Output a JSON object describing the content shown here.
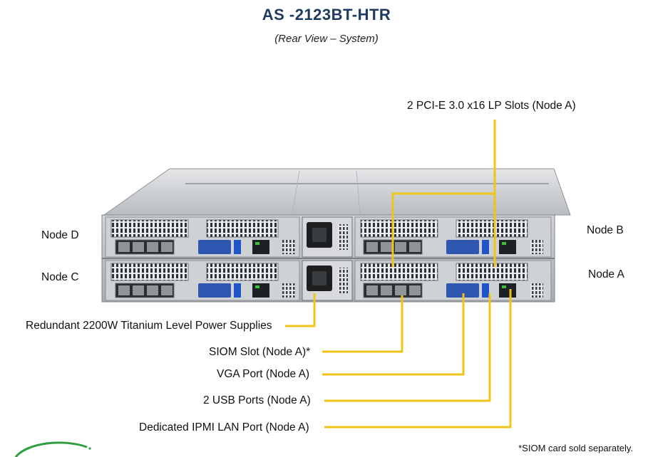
{
  "header": {
    "title": "AS -2123BT-HTR",
    "subtitle": "(Rear View – System)"
  },
  "nodes": {
    "node_d": "Node D",
    "node_c": "Node C",
    "node_b": "Node B",
    "node_a": "Node A"
  },
  "callouts": {
    "pcie": "2 PCI-E 3.0 x16 LP Slots (Node A)",
    "psu": "Redundant  2200W Titanium  Level  Power Supplies",
    "siom": "SIOM  Slot (Node A)*",
    "vga": "VGA Port (Node A)",
    "usb": "2 USB Ports (Node A)",
    "ipmi": "Dedicated IPMI  LAN Port (Node A)"
  },
  "footnote": "*SIOM  card sold separately.",
  "colors": {
    "callout_line": "#f0c419",
    "title": "#1f3a5f",
    "chassis": "#c8cbce",
    "vga_port": "#2f56b0",
    "usb_port": "#1f55c9",
    "lan_led": "#3fbf3f",
    "logo": "#2f9e3f"
  }
}
